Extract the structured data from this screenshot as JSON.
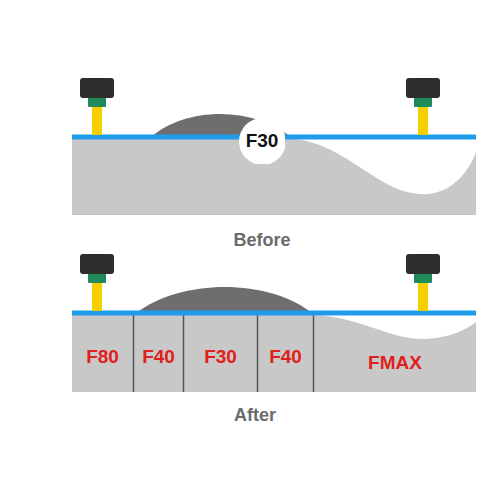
{
  "diagram": {
    "nodes": [
      {
        "text": [
          "F30"
        ]
      },
      {
        "text": [
          "F80"
        ]
      },
      {
        "text": [
          "F40"
        ]
      },
      {
        "text": [
          "F30"
        ]
      },
      {
        "text": [
          "F40"
        ]
      },
      {
        "text": [
          "FMAX"
        ]
      }
    ],
    "labels": [
      "Before",
      "After"
    ]
  }
}
